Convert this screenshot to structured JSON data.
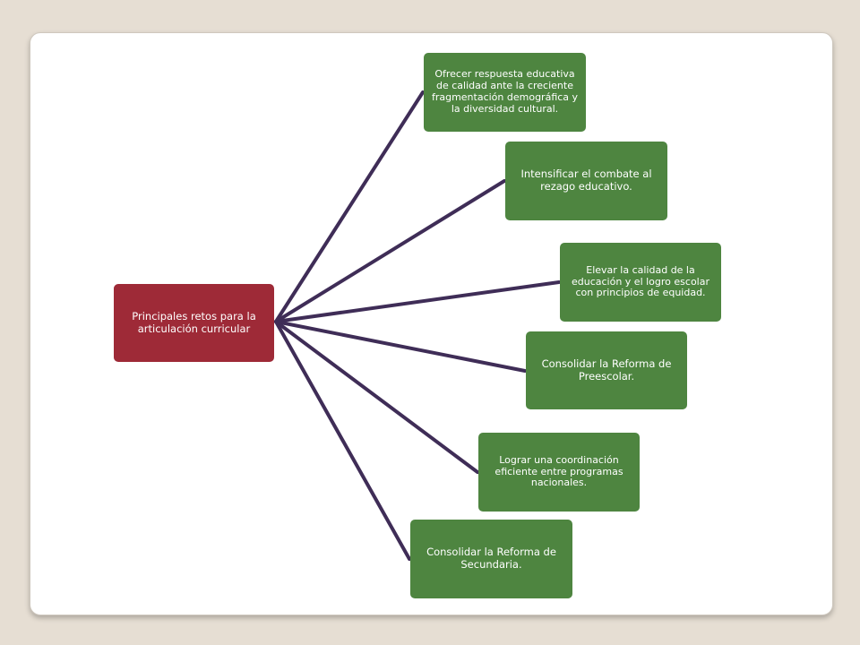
{
  "diagram": {
    "center": {
      "label": "Principales retos para la articulación curricular"
    },
    "branches": [
      {
        "label": "Ofrecer respuesta educativa de calidad ante la creciente fragmentación demográfica y la diversidad cultural."
      },
      {
        "label": "Intensificar el combate al rezago educativo."
      },
      {
        "label": "Elevar la calidad de la educación y el logro escolar con principios de equidad."
      },
      {
        "label": "Consolidar la Reforma de Preescolar."
      },
      {
        "label": "Lograr una coordinación eficiente entre programas nacionales."
      },
      {
        "label": "Consolidar la Reforma de Secundaria."
      }
    ]
  },
  "colors": {
    "background": "#e6ded3",
    "slide": "#ffffff",
    "center_box": "#9e2a37",
    "branch_box": "#4e8540",
    "connector": "#3f2d57"
  }
}
